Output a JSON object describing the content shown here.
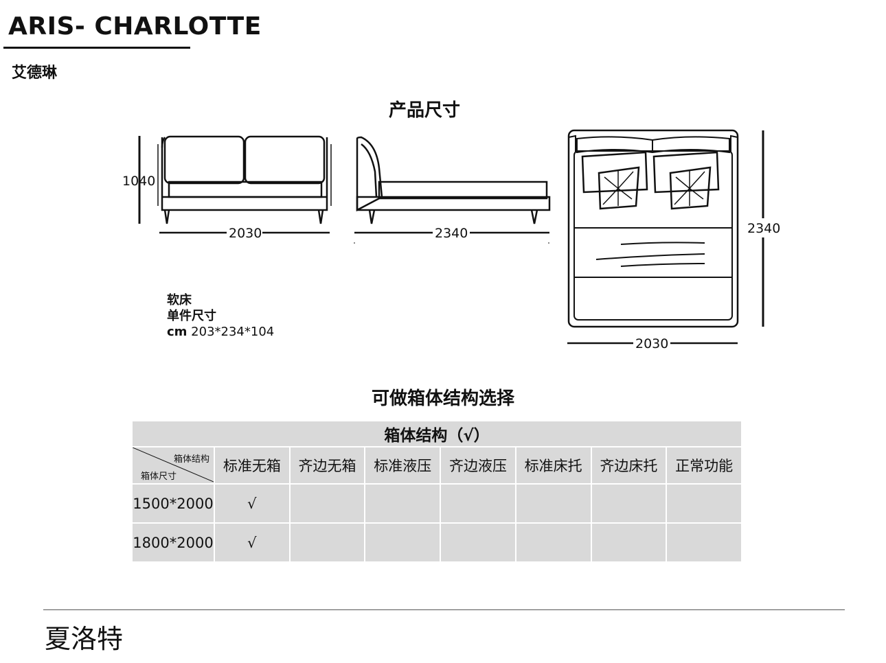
{
  "header": {
    "brand": "ARIS- CHARLOTTE",
    "brand_cn": "艾德琳"
  },
  "dimensions_section": {
    "title": "产品尺寸",
    "front": {
      "height": "1040",
      "width": "2030"
    },
    "side": {
      "length": "2340"
    },
    "top": {
      "length": "2340",
      "width": "2030"
    }
  },
  "spec": {
    "type": "软床",
    "size_label": "单件尺寸",
    "unit": "cm",
    "size_value": "203*234*104"
  },
  "box_section": {
    "title": "可做箱体结构选择",
    "table_title": "箱体结构（√）",
    "corner_top": "箱体结构",
    "corner_bottom": "箱体尺寸",
    "columns": [
      "标准无箱",
      "齐边无箱",
      "标准液压",
      "齐边液压",
      "标准床托",
      "齐边床托",
      "正常功能"
    ],
    "rows": [
      {
        "size": "1500*2000",
        "cells": [
          "√",
          "",
          "",
          "",
          "",
          "",
          ""
        ]
      },
      {
        "size": "1800*2000",
        "cells": [
          "√",
          "",
          "",
          "",
          "",
          "",
          ""
        ]
      }
    ]
  },
  "footer": {
    "label": "夏洛特"
  }
}
